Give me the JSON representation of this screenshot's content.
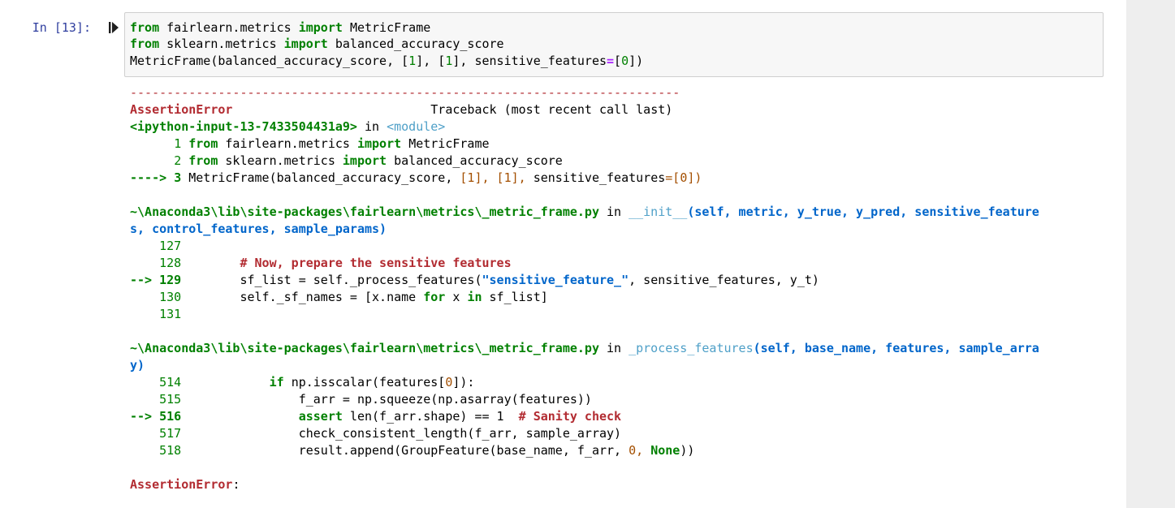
{
  "cell": {
    "prompt": "In [13]:",
    "code": {
      "l1": [
        "from",
        "fairlearn.metrics",
        "import",
        "MetricFrame"
      ],
      "l2": [
        "from",
        "sklearn.metrics",
        "import",
        "balanced_accuracy_score"
      ],
      "l3": [
        "MetricFrame(balanced_accuracy_score,",
        "[",
        "1",
        "],",
        "[",
        "1",
        "],",
        "sensitive_features",
        "=",
        "[",
        "0",
        "])"
      ]
    }
  },
  "traceback": {
    "separator": "---------------------------------------------------------------------------",
    "error_name": "AssertionError",
    "header_right": "Traceback (most recent call last)",
    "frame0": {
      "location": "<ipython-input-13-7433504431a9>",
      "in": "in",
      "module": "<module>",
      "lines": [
        {
          "num": "1",
          "kw1": "from",
          "mid": "fairlearn.metrics",
          "kw2": "import",
          "rest": "MetricFrame"
        },
        {
          "num": "2",
          "kw1": "from",
          "mid": "sklearn.metrics",
          "kw2": "import",
          "rest": "balanced_accuracy_score"
        },
        {
          "arrow": "---->",
          "num": "3",
          "a": "MetricFrame(balanced_accuracy_score,",
          "b": "[1],",
          "c": "[1],",
          "d": "sensitive_features",
          "e": "=[0])"
        }
      ]
    },
    "frame1": {
      "path": "~\\Anaconda3\\lib\\site-packages\\fairlearn\\metrics\\_metric_frame.py",
      "in": "in",
      "func": "__init__",
      "args_a": "(self, metric, y_true, y_pred, sensitive_feature",
      "args_b": "s, control_features, sample_params)",
      "l127": "127",
      "l128": "128",
      "comment": "# Now, prepare the sensitive features",
      "arrow": "-->",
      "l129": "129",
      "l129_a": "sf_list = self._process_features(",
      "l129_str": "\"sensitive_feature_\"",
      "l129_b": ", sensitive_features, y_t)",
      "l130": "130",
      "l130_a": "self._sf_names = [x.name",
      "l130_kw1": "for",
      "l130_b": "x",
      "l130_kw2": "in",
      "l130_c": "sf_list]",
      "l131": "131"
    },
    "frame2": {
      "path": "~\\Anaconda3\\lib\\site-packages\\fairlearn\\metrics\\_metric_frame.py",
      "in": "in",
      "func": "_process_features",
      "args_a": "(self, base_name, features, sample_arra",
      "args_b": "y)",
      "l514": "514",
      "l514_kw": "if",
      "l514_a": "np.isscalar(features[",
      "l514_n": "0",
      "l514_b": "]):",
      "l515": "515",
      "l515_a": "f_arr = np.squeeze(np.asarray(features))",
      "arrow": "-->",
      "l516": "516",
      "l516_kw": "assert",
      "l516_a": "len(f_arr.shape) == 1",
      "l516_c": "# Sanity check",
      "l517": "517",
      "l517_a": "check_consistent_length(f_arr, sample_array)",
      "l518": "518",
      "l518_a": "result.append(GroupFeature(base_name, f_arr,",
      "l518_n": "0,",
      "l518_kw": "None",
      "l518_b": "))"
    },
    "final_error": "AssertionError",
    "final_colon": ":"
  }
}
